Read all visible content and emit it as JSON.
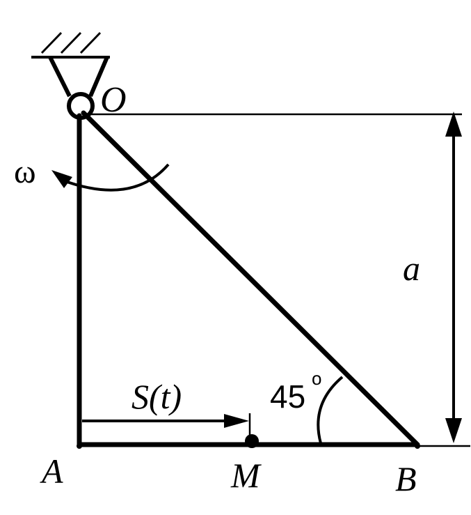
{
  "labels": {
    "pivot": "O",
    "angular_velocity": "ω",
    "dimension": "a",
    "path": "S(t)",
    "point_m": "M",
    "corner_a": "A",
    "corner_b": "B",
    "angle_value": "45",
    "angle_degree": "o"
  },
  "colors": {
    "line": "#000000",
    "background": "#ffffff"
  }
}
